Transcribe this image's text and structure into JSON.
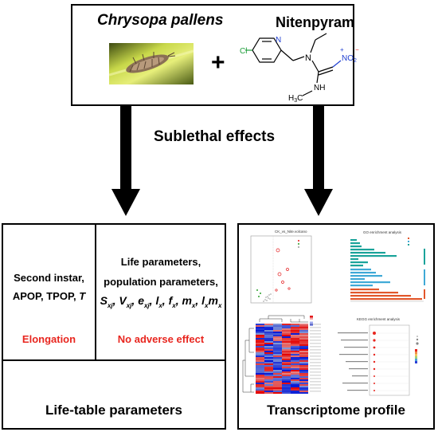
{
  "top": {
    "species": "Chrysopa pallens",
    "plus": "+",
    "compound": "Nitenpyram",
    "structure": {
      "cl": "Cl",
      "n_ring": "N",
      "n_center": "N",
      "nh": "NH",
      "no2": "NO",
      "no2_sub": "2",
      "plus_charge": "+",
      "minus_charge": "−",
      "o": "O",
      "ch3": "H",
      "ch3_sub": "3",
      "ch3_c": "C"
    }
  },
  "middle": {
    "label": "Sublethal effects"
  },
  "left_panel": {
    "col1": {
      "line1": "Second instar,",
      "line2_a": "APOP, TPOP, ",
      "line2_b": "T",
      "result": "Elongation"
    },
    "col2": {
      "line1": "Life parameters,",
      "line2": "population parameters,",
      "formula1": "S",
      "formula1_sub": "xj",
      "formula2": "V",
      "formula2_sub": "xj",
      "formula3": "e",
      "formula3_sub": "xj",
      "formula4": "l",
      "formula4_sub": "x",
      "formula5": "f",
      "formula5_sub": "x",
      "formula6": "m",
      "formula6_sub": "x",
      "formula7a": "l",
      "formula7a_sub": "x",
      "formula7b": "m",
      "formula7b_sub": "x",
      "result": "No adverse effect"
    },
    "footer": "Life-table parameters"
  },
  "right_panel": {
    "volcano_title": "CK_vs_Nite.volcano",
    "go_title": "GO enrichment analysis",
    "kegg_title": "KEGG enrichment analysis",
    "footer": "Transcriptome profile"
  },
  "colors": {
    "red": "#e8261f",
    "heat_red": "#e41a1c",
    "heat_blue": "#2b3fd6",
    "go_teal": "#1aa39a",
    "go_blue": "#3fa9d6",
    "go_orange": "#e2572c"
  }
}
